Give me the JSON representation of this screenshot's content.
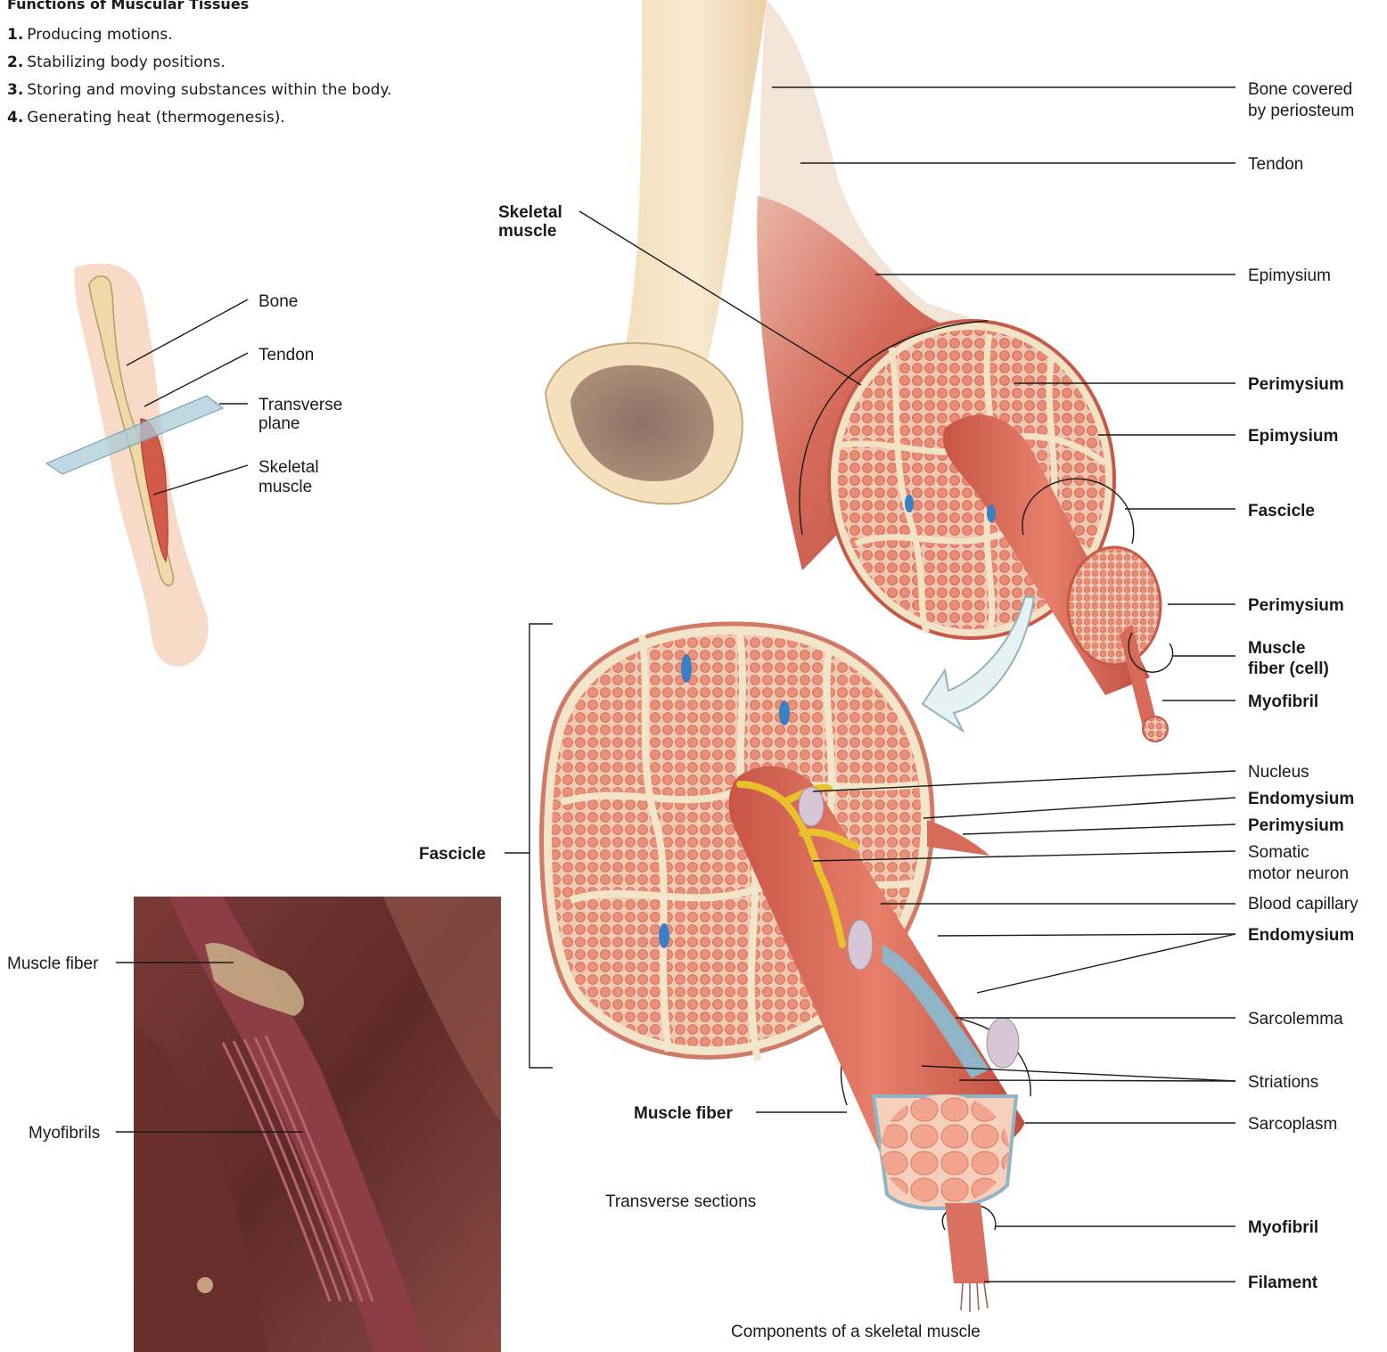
{
  "functions_panel": {
    "title": "Functions of Muscular Tissues",
    "items": [
      {
        "num": "1.",
        "text": "Producing motions."
      },
      {
        "num": "2.",
        "text": "Stabilizing body positions."
      },
      {
        "num": "3.",
        "text": "Storing and moving substances within the body."
      },
      {
        "num": "4.",
        "text": "Generating heat (thermogenesis)."
      }
    ]
  },
  "arm_figure": {
    "labels": {
      "bone": "Bone",
      "tendon": "Tendon",
      "transverse_plane_1": "Transverse",
      "transverse_plane_2": "plane",
      "skeletal_muscle_1": "Skeletal",
      "skeletal_muscle_2": "muscle"
    }
  },
  "micrograph": {
    "labels": {
      "muscle_fiber": "Muscle fiber",
      "myofibrils": "Myofibrils"
    }
  },
  "main_diagram": {
    "labels": {
      "bone_periosteum_1": "Bone covered",
      "bone_periosteum_2": "by periosteum",
      "tendon": "Tendon",
      "epimysium_top": "Epimysium",
      "skeletal_muscle_1": "Skeletal",
      "skeletal_muscle_2": "muscle",
      "perimysium_1": "Perimysium",
      "epimysium_2": "Epimysium",
      "fascicle_right": "Fascicle",
      "perimysium_2": "Perimysium",
      "muscle_fiber_cell_1": "Muscle",
      "muscle_fiber_cell_2": "fiber (cell)",
      "myofibril_1": "Myofibril",
      "nucleus": "Nucleus",
      "endomysium_1": "Endomysium",
      "perimysium_3": "Perimysium",
      "somatic_1": "Somatic",
      "somatic_2": "motor neuron",
      "blood_capillary": "Blood capillary",
      "endomysium_2": "Endomysium",
      "fascicle_left": "Fascicle",
      "sarcolemma": "Sarcolemma",
      "striations": "Striations",
      "muscle_fiber": "Muscle fiber",
      "sarcoplasm": "Sarcoplasm",
      "transverse_sections": "Transverse sections",
      "myofibril_2": "Myofibril",
      "filament": "Filament",
      "caption": "Components of a skeletal muscle"
    }
  },
  "colors": {
    "muscle": "#d9695a",
    "muscle_dark": "#b8463c",
    "fiber_fill": "#f2a48f",
    "connective": "#f3e5c9",
    "bone": "#f1dcb8",
    "marrow": "#8a6d5f",
    "nerve": "#e8c12c",
    "vessel_blue": "#3b7fc4",
    "sarcolemma": "#8fb4c6",
    "sem_bg": "#6e2f2c"
  }
}
